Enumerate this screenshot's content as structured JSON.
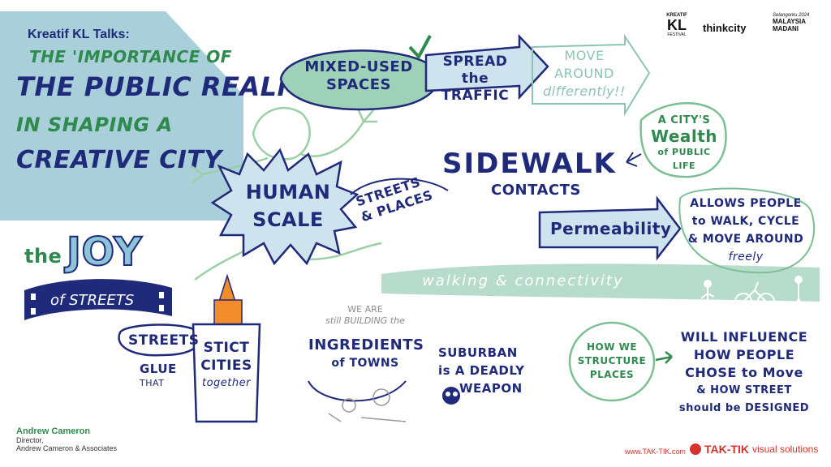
{
  "header": {
    "series": "Kreatif KL Talks:",
    "title_line1": "THE 'IMPORTANCE OF",
    "title_line2": "THE PUBLIC REALM",
    "title_line3": "IN SHAPING A",
    "title_line4": "CREATIVE CITY"
  },
  "logos": {
    "kreatif_top": "KREATIF",
    "kreatif_main": "KL",
    "kreatif_sub": "FESTIVAL",
    "thinkcity": "thinkcity",
    "malaysia_top": "Selangorku 2024",
    "malaysia_main": "MALAYSIA MADANI"
  },
  "sketch": {
    "mixed_used": "MIXED-USED SPACES",
    "spread_line1": "SPREAD the",
    "spread_line2": "TRAFFIC",
    "move_line1": "MOVE",
    "move_line2": "AROUND",
    "move_line3": "differently!!",
    "wealth_line1": "A CITY'S",
    "wealth_line2": "Wealth",
    "wealth_line3": "of PUBLIC",
    "wealth_line4": "LIFE",
    "human_line1": "HUMAN",
    "human_line2": "SCALE",
    "streets_places_line1": "STREETS",
    "streets_places_line2": "& PLACES",
    "sidewalk": "SIDEWALK",
    "contacts": "CONTACTS",
    "permeability": "Permeability",
    "allows_line1": "ALLOWS PEOPLE",
    "allows_line2": "to WALK, CYCLE",
    "allows_line3": "& MOVE AROUND",
    "allows_line4": "freely",
    "walking": "walking & connectivity",
    "joy_the": "the",
    "joy_main": "JOY",
    "joy_of": "of STREETS",
    "streets": "STREETS",
    "glue_line1": "GLUE",
    "glue_line2": "THAT",
    "stict_line1": "STICT",
    "stict_line2": "CITIES",
    "stict_line3": "together",
    "we_are": "WE ARE",
    "still_building": "still BUILDING the",
    "ingredients": "INGREDIENTS",
    "of_towns": "of TOWNS",
    "suburban_line1": "SUBURBAN",
    "suburban_line2": "is A DEADLY",
    "suburban_line3": "WEAPON",
    "how_line1": "HOW WE",
    "how_line2": "STRUCTURE",
    "how_line3": "PLACES",
    "influence_line1": "WILL INFLUENCE",
    "influence_line2": "HOW PEOPLE",
    "influence_line3": "CHOSE to Move",
    "influence_line4": "& HOW STREET",
    "influence_line5": "should be DESIGNED"
  },
  "speaker": {
    "name": "Andrew Cameron",
    "role": "Director,",
    "org": "Andrew Cameron & Associates"
  },
  "footer": {
    "website": "www.TAK-TIK.com",
    "brand": "TAK-TIK",
    "brand_sub": "visual solutions"
  },
  "colors": {
    "navy": "#1f2a7a",
    "green": "#2f8a4e",
    "teal": "#8cc4b4",
    "panel_blue": "#a9d0da",
    "light_blue": "#cfe3ef",
    "red": "#d6322e"
  }
}
